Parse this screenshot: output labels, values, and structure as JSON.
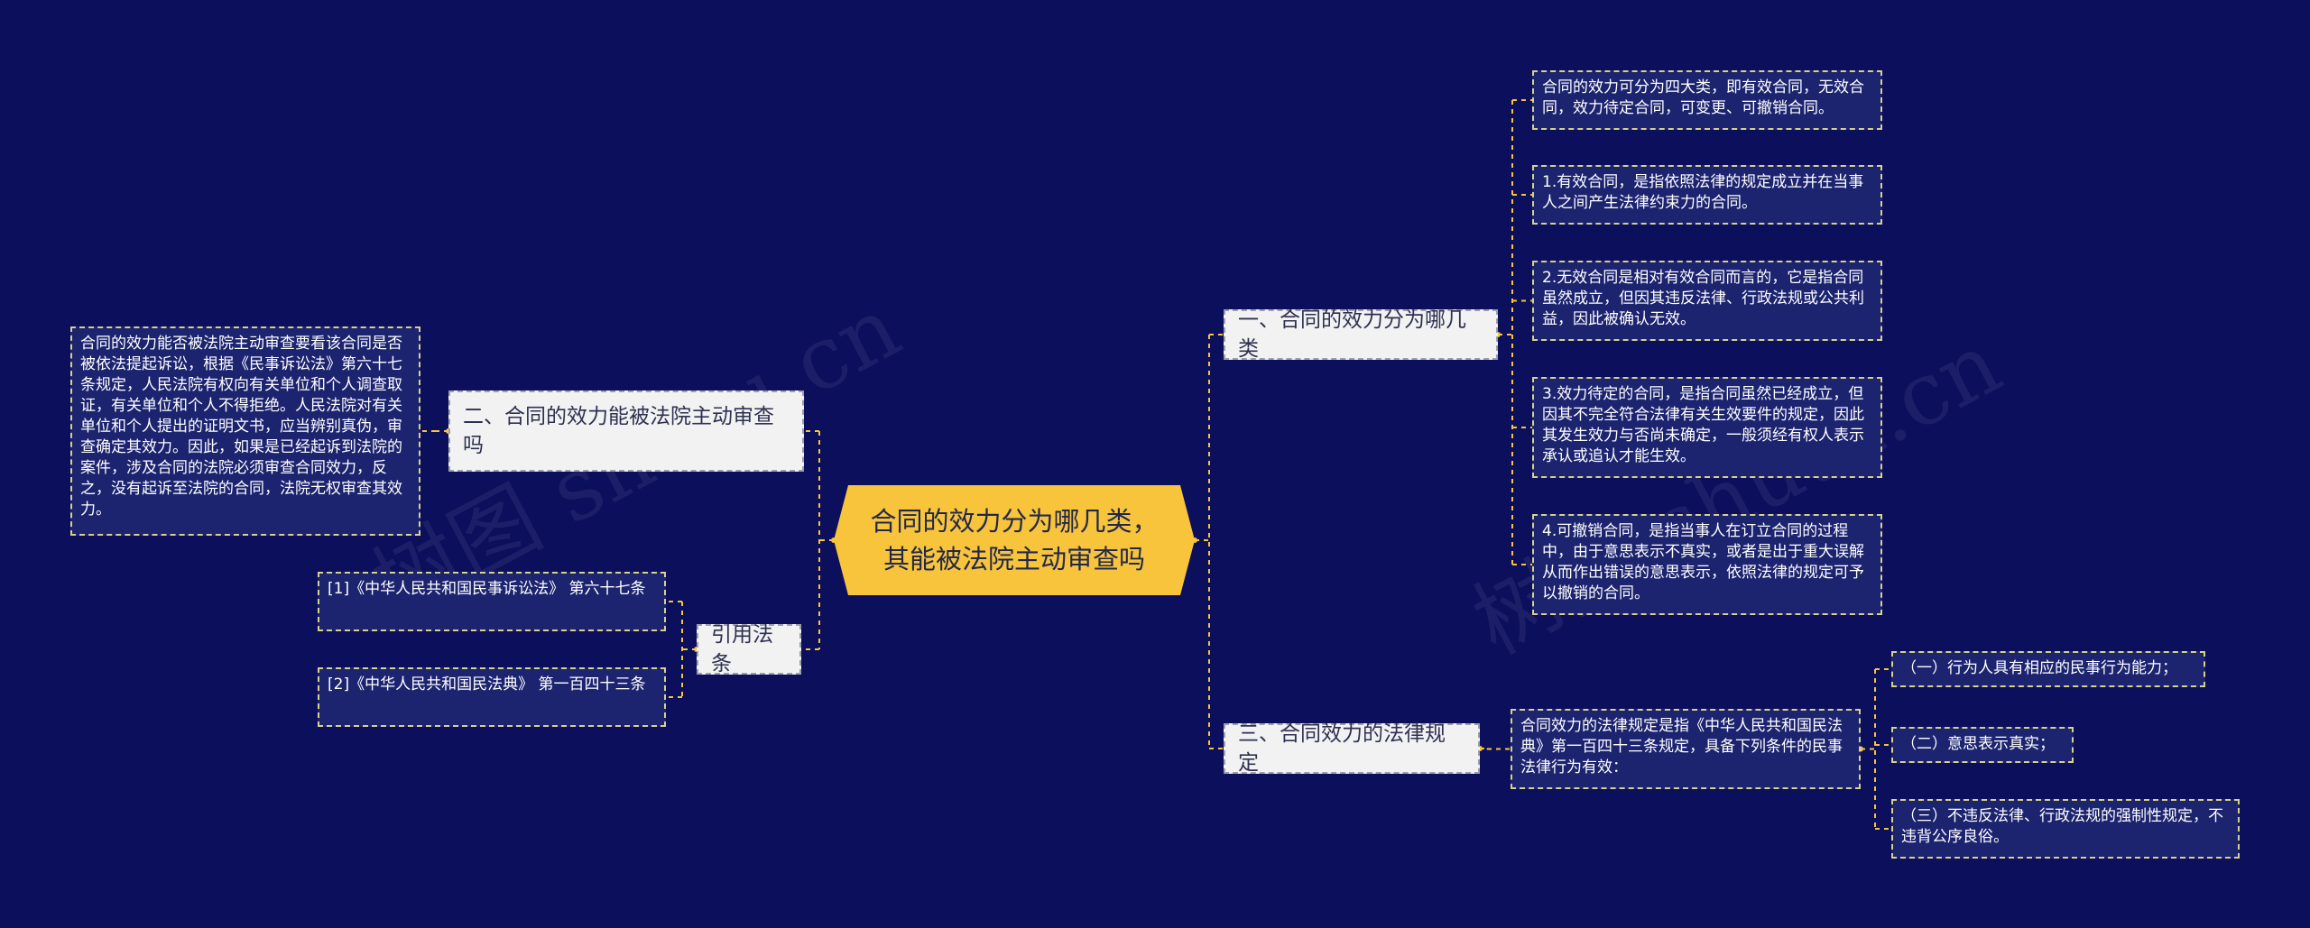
{
  "colors": {
    "background": "#0b0f5c",
    "root_fill": "#f7c43b",
    "branch_fill": "#f2f2f2",
    "leaf_fill": "#1c2470",
    "connector": "#f7c43b"
  },
  "watermark": "树图 shutu.cn",
  "root": {
    "text": "合同的效力分为哪几类，\n其能被法院主动审查吗"
  },
  "branches": {
    "b1": {
      "label": "一、合同的效力分为哪几类"
    },
    "b2": {
      "label": "二、合同的效力能被法院主动审查吗"
    },
    "b3": {
      "label": "三、合同效力的法律规定"
    },
    "b4": {
      "label": "引用法条"
    }
  },
  "leaves": {
    "b1_1": "合同的效力可分为四大类，即有效合同，无效合同，效力待定合同，可变更、可撤销合同。",
    "b1_2": "1.有效合同，是指依照法律的规定成立并在当事人之间产生法律约束力的合同。",
    "b1_3": "2.无效合同是相对有效合同而言的，它是指合同虽然成立，但因其违反法律、行政法规或公共利益，因此被确认无效。",
    "b1_4": "3.效力待定的合同，是指合同虽然已经成立，但因其不完全符合法律有关生效要件的规定，因此其发生效力与否尚未确定，一般须经有权人表示承认或追认才能生效。",
    "b1_5": "4.可撤销合同，是指当事人在订立合同的过程中，由于意思表示不真实，或者是出于重大误解从而作出错误的意思表示，依照法律的规定可予以撤销的合同。",
    "b2_1": "合同的效力能否被法院主动审查要看该合同是否被依法提起诉讼，根据《民事诉讼法》第六十七条规定，人民法院有权向有关单位和个人调查取证，有关单位和个人不得拒绝。人民法院对有关单位和个人提出的证明文书，应当辨别真伪，审查确定其效力。因此，如果是已经起诉到法院的案件，涉及合同的法院必须审查合同效力，反之，没有起诉至法院的合同，法院无权审查其效力。",
    "b3_1": "合同效力的法律规定是指《中华人民共和国民法典》第一百四十三条规定，具备下列条件的民事法律行为有效：",
    "b3_1_1": "（一）行为人具有相应的民事行为能力；",
    "b3_1_2": "（二）意思表示真实；",
    "b3_1_3": "（三）不违反法律、行政法规的强制性规定，不违背公序良俗。",
    "b4_1": "[1]《中华人民共和国民事诉讼法》 第六十七条",
    "b4_2": "[2]《中华人民共和国民法典》 第一百四十三条"
  }
}
